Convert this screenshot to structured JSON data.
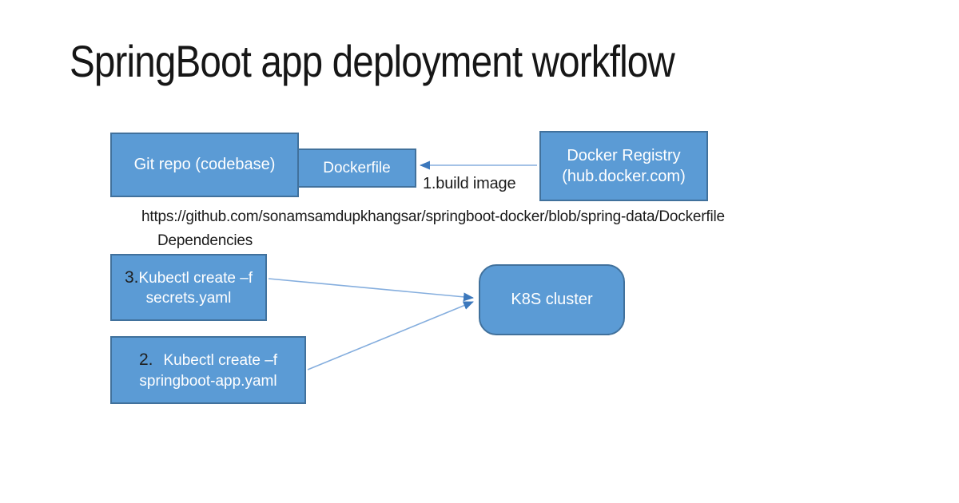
{
  "slide": {
    "title": "SpringBoot app deployment workflow"
  },
  "colors": {
    "box_fill": "#5b9bd5",
    "box_border": "#41719c",
    "arrow_line": "#85aede",
    "arrow_head": "#3c78bc",
    "text_dark": "#1b1b1b",
    "text_light": "#ffffff",
    "page_bg": "#ffffff"
  },
  "nodes": {
    "git_repo": {
      "label": "Git repo (codebase)"
    },
    "dockerfile": {
      "label": "Dockerfile"
    },
    "docker_registry": {
      "line1": "Docker Registry",
      "line2": "(hub.docker.com)"
    },
    "step3": {
      "number": "3.",
      "line1": "Kubectl create –f",
      "line2": "secrets.yaml"
    },
    "step2": {
      "number": "2.",
      "line1": "Kubectl create –f",
      "line2": "springboot-app.yaml"
    },
    "k8s": {
      "label": "K8S cluster"
    }
  },
  "labels": {
    "build_image": "1.build image",
    "github_url": "https://github.com/sonamsamdupkhangsar/springboot-docker/blob/spring-data/Dockerfile",
    "dependencies": "Dependencies"
  }
}
